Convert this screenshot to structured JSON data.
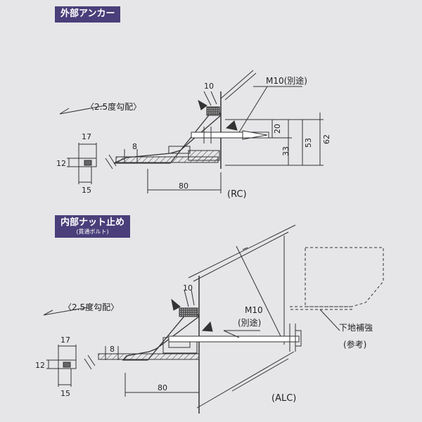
{
  "sections": {
    "external_anchor": {
      "title": "外部アンカー",
      "slope": "〈2.5度勾配〉",
      "bolt": "M10(別途)",
      "substrate": "(RC)",
      "dims": {
        "d17": "17",
        "d12": "12",
        "d15": "15",
        "d8": "8",
        "d80": "80",
        "d10": "10",
        "d20": "20",
        "d33": "33",
        "d53": "53",
        "d62": "62"
      }
    },
    "internal_nut": {
      "title": "内部ナット止め",
      "subtitle": "(貫通ボルト)",
      "slope": "〈2.5度勾配〉",
      "bolt_line1": "M10",
      "bolt_line2": "(別途)",
      "reinforcement_line1": "下地補強",
      "reinforcement_line2": "(参考)",
      "substrate": "(ALC)",
      "dims": {
        "d17": "17",
        "d12": "12",
        "d15": "15",
        "d8": "8",
        "d80": "80",
        "d10": "10"
      }
    }
  },
  "colors": {
    "tag_bg": "#4a3f7a",
    "line": "#333333",
    "background": "#e6e6e9"
  }
}
